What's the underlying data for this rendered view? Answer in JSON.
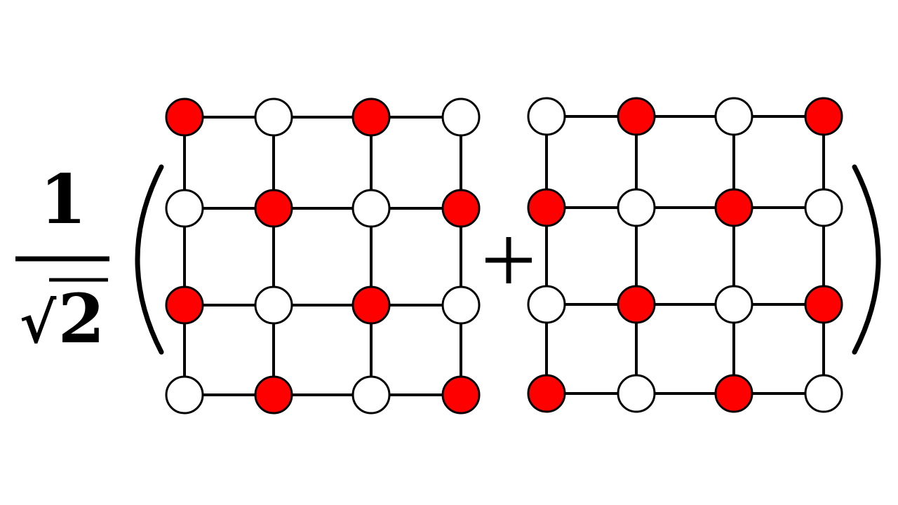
{
  "prefactor": {
    "numerator": "1",
    "radical_sign": "√",
    "radicand": "2"
  },
  "operator": "+",
  "colors": {
    "filled": "#ff0000",
    "empty": "#ffffff",
    "line": "#000000"
  },
  "lattices": [
    {
      "name": "lattice-left",
      "rows": [
        [
          "filled",
          "empty",
          "filled",
          "empty"
        ],
        [
          "empty",
          "filled",
          "empty",
          "filled"
        ],
        [
          "filled",
          "empty",
          "filled",
          "empty"
        ],
        [
          "empty",
          "filled",
          "empty",
          "filled"
        ]
      ]
    },
    {
      "name": "lattice-right",
      "rows": [
        [
          "empty",
          "filled",
          "empty",
          "filled"
        ],
        [
          "filled",
          "empty",
          "filled",
          "empty"
        ],
        [
          "empty",
          "filled",
          "empty",
          "filled"
        ],
        [
          "filled",
          "empty",
          "filled",
          "empty"
        ]
      ]
    }
  ]
}
